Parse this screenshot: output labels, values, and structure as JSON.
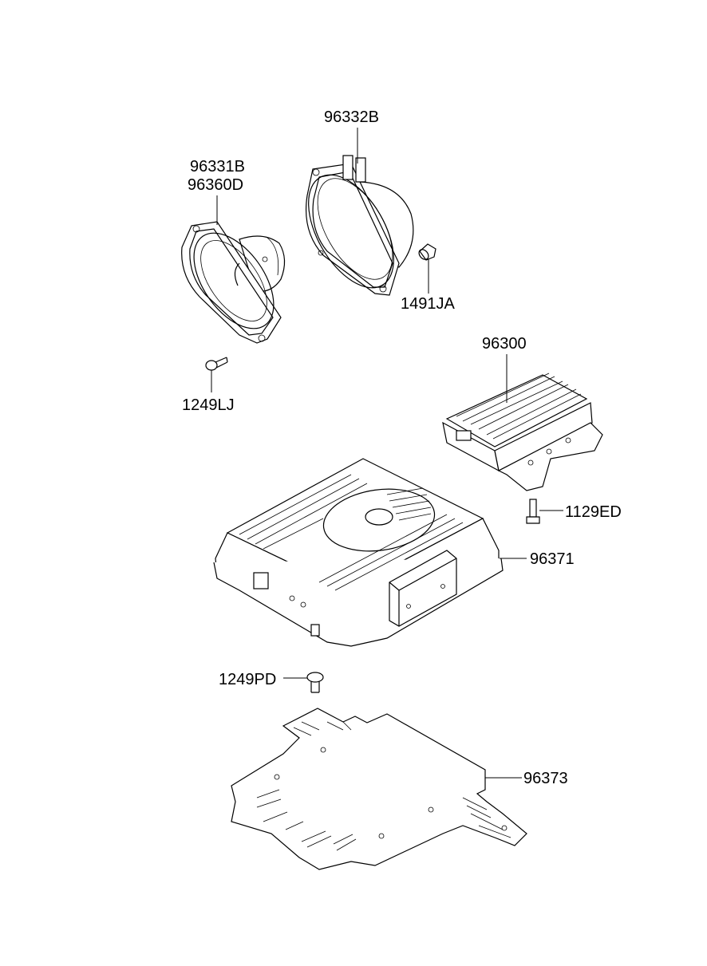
{
  "colors": {
    "line": "#000000",
    "background": "#ffffff"
  },
  "parts": [
    {
      "id": "p1",
      "label": "96332B"
    },
    {
      "id": "p2",
      "label": "96331B"
    },
    {
      "id": "p3",
      "label": "96360D"
    },
    {
      "id": "p4",
      "label": "1491JA"
    },
    {
      "id": "p5",
      "label": "96300"
    },
    {
      "id": "p6",
      "label": "1249LJ"
    },
    {
      "id": "p7",
      "label": "1129ED"
    },
    {
      "id": "p8",
      "label": "96371"
    },
    {
      "id": "p9",
      "label": "1249PD"
    },
    {
      "id": "p10",
      "label": "96373"
    }
  ]
}
